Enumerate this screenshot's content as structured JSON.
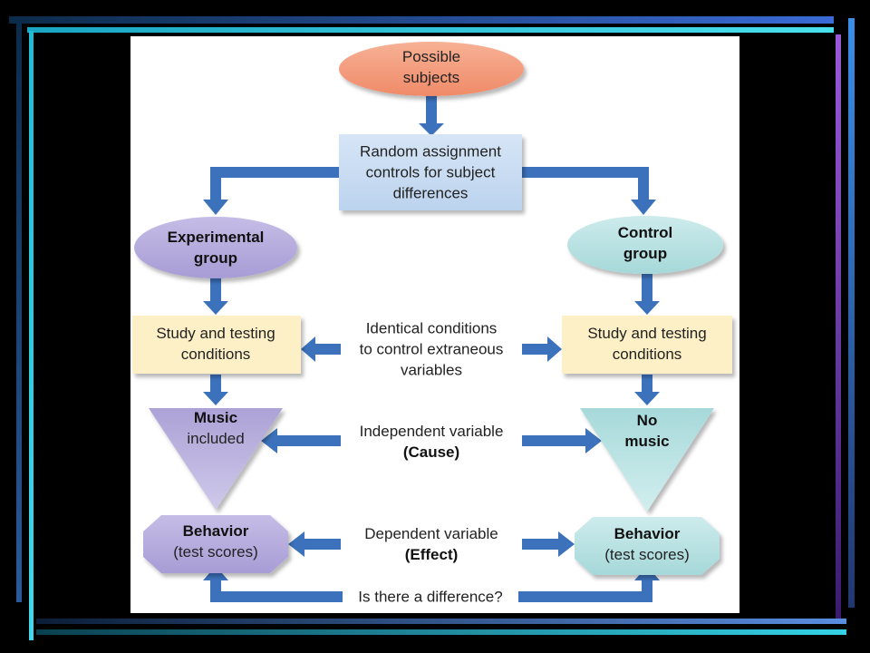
{
  "nodes": {
    "possible_subjects": [
      "Possible",
      "subjects"
    ],
    "random_assignment": [
      "Random assignment",
      "controls for subject",
      "differences"
    ],
    "experimental_group": [
      "Experimental",
      "group"
    ],
    "control_group": [
      "Control",
      "group"
    ],
    "study_left": [
      "Study and testing",
      "conditions"
    ],
    "study_right": [
      "Study and testing",
      "conditions"
    ],
    "music_included": [
      "Music",
      "included"
    ],
    "no_music": [
      "No",
      "music"
    ],
    "behavior_left": [
      "Behavior",
      "(test scores)"
    ],
    "behavior_right": [
      "Behavior",
      "(test scores)"
    ]
  },
  "middle_labels": {
    "identical": [
      "Identical conditions",
      "to control extraneous",
      "variables"
    ],
    "independent": [
      "Independent variable",
      "(Cause)"
    ],
    "dependent": [
      "Dependent variable",
      "(Effect)"
    ],
    "difference": "Is there a difference?"
  },
  "colors": {
    "salmon": "#f39a78",
    "light_blue_box": "#c7dbf2",
    "purple": "#b3a9dc",
    "teal": "#b6e0e0",
    "cream": "#fdf0c6",
    "arrow_blue": "#3c72bc",
    "frame_cyan": "#2ec8dc",
    "frame_purple": "#8a54c8",
    "frame_blue": "#4a74d8"
  }
}
